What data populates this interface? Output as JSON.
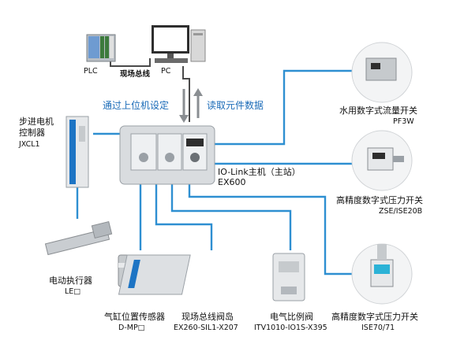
{
  "colors": {
    "link": "#2e8fd1",
    "dark_link": "#5a5a5a",
    "device_body": "#d9dcdf",
    "device_edge": "#9aa0a6",
    "accent_blue": "#1d74c4",
    "arrow_gray": "#8a8e92"
  },
  "top": {
    "plc_label": "PLC",
    "fieldbus_label": "现场总线",
    "pc_label": "PC",
    "upload_config": "通过上位机设定",
    "read_data": "读取元件数据"
  },
  "master": {
    "name": "IO-Link主机（主站）",
    "model": "EX600"
  },
  "devices": {
    "stepper": {
      "name_line1": "步进电机",
      "name_line2": "控制器",
      "model": "JXCL1"
    },
    "actuator": {
      "name": "电动执行器",
      "model": "LE□"
    },
    "cylinder_sensor": {
      "name": "气缸位置传感器",
      "model": "D-MP□"
    },
    "valve_island": {
      "name": "现场总线阀岛",
      "model": "EX260-SIL1-X207"
    },
    "regulator": {
      "name": "电气比例阀",
      "model": "ITV1010-IO1S-X395"
    },
    "flow_switch": {
      "name": "水用数字式流量开关",
      "model": "PF3W"
    },
    "pressure_switch_1": {
      "name": "高精度数字式压力开关",
      "model": "ZSE/ISE20B"
    },
    "pressure_switch_2": {
      "name": "高精度数字式压力开关",
      "model": "ISE70/71"
    }
  }
}
